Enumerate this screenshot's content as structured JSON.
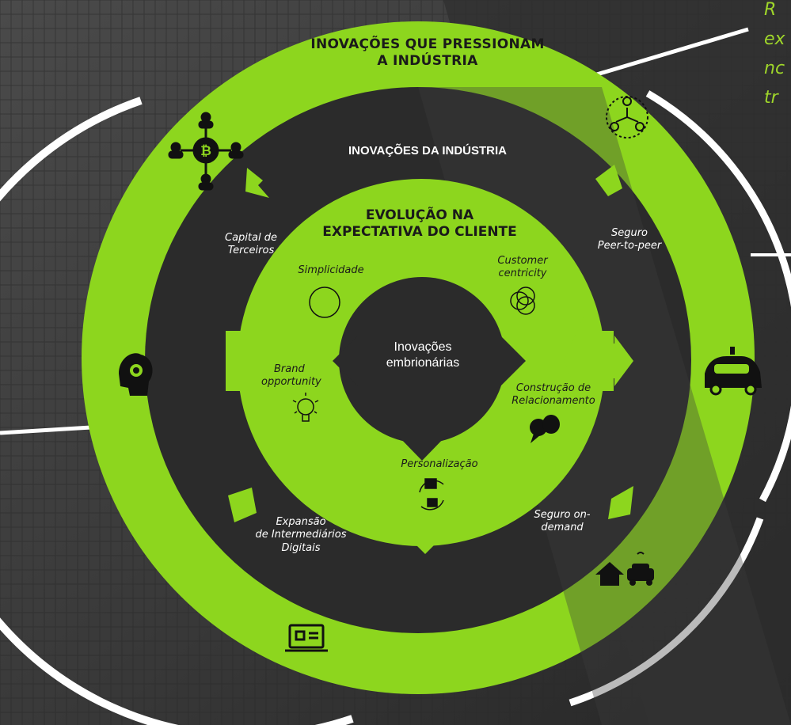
{
  "colors": {
    "accent": "#8dd61e",
    "dark": "#1a1a1a",
    "ring": "#2b2b2b",
    "background": "#3a3a3a",
    "white": "#ffffff"
  },
  "header_text_lines": [
    "R",
    "ex",
    "nc",
    "tr"
  ],
  "outer_ring": {
    "title_line1": "INOVAÇÕES QUE PRESSIONAM",
    "title_line2": "A INDÚSTRIA"
  },
  "middle_ring": {
    "title": "INOVAÇÕES DA INDÚSTRIA",
    "items": [
      {
        "line1": "Capital de",
        "line2": "Terceiros"
      },
      {
        "line1": "Seguro",
        "line2": "Peer-to-peer"
      },
      {
        "line1": "Seguro on-",
        "line2": "demand"
      },
      {
        "line1": "Expansão",
        "line2": "de Intermediários",
        "line3": "Digitais"
      }
    ]
  },
  "inner_ring": {
    "title_line1": "EVOLUÇÃO NA",
    "title_line2": "EXPECTATIVA DO CLIENTE",
    "items": {
      "simplicidade": "Simplicidade",
      "customer_line1": "Customer",
      "customer_line2": "centricity",
      "brand_line1": "Brand",
      "brand_line2": "opportunity",
      "construcao_line1": "Construção de",
      "construcao_line2": "Relacionamento",
      "personalizacao": "Personalização"
    }
  },
  "center": {
    "line1": "Inovações",
    "line2": "embrionárias"
  },
  "icons": [
    "bitcoin-network-icon",
    "peer-network-icon",
    "brain-gear-icon",
    "autonomous-car-icon",
    "smart-home-car-icon",
    "laptop-icon",
    "circle-icon",
    "venn-icon",
    "lightbulb-icon",
    "chat-icon",
    "cycle-icon"
  ]
}
